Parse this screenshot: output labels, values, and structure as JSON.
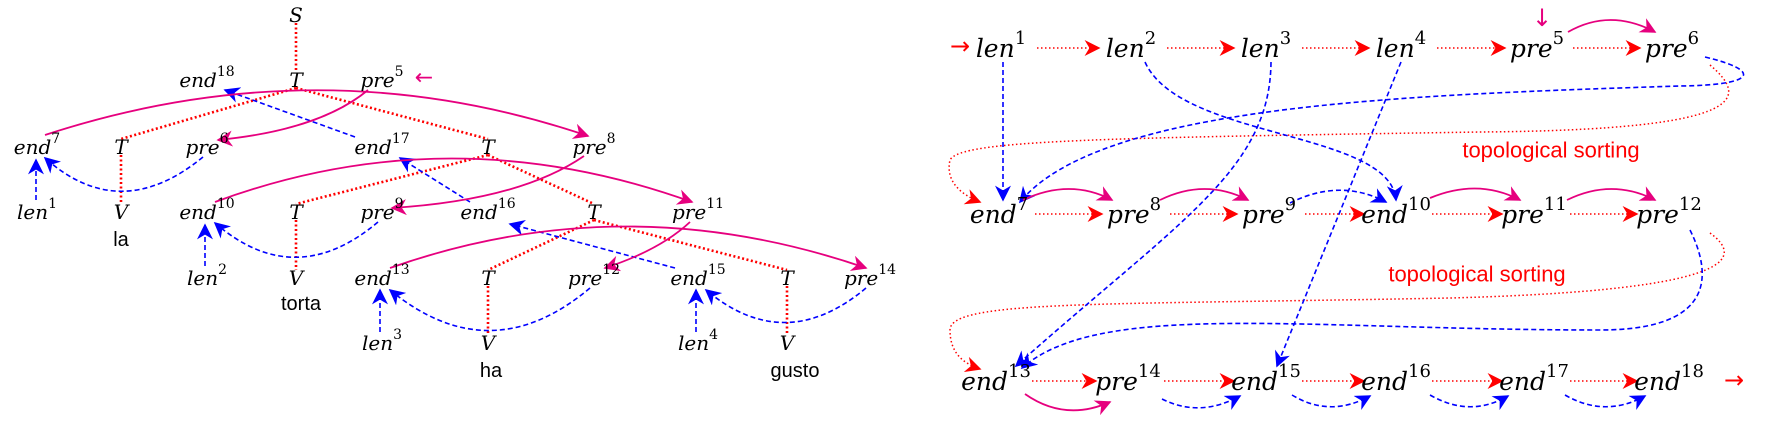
{
  "colors": {
    "red": "#ff0000",
    "blue": "#0000ff",
    "magenta": "#e6007e"
  },
  "left": {
    "nodes": {
      "S": {
        "base": "S",
        "sup": ""
      },
      "T0": {
        "base": "T",
        "sup": ""
      },
      "end18": {
        "base": "end",
        "sup": "18"
      },
      "pre5": {
        "base": "pre",
        "sup": "5"
      },
      "end7": {
        "base": "end",
        "sup": "7"
      },
      "T1": {
        "base": "T",
        "sup": ""
      },
      "pre6": {
        "base": "pre",
        "sup": "6"
      },
      "end17": {
        "base": "end",
        "sup": "17"
      },
      "T2": {
        "base": "T",
        "sup": ""
      },
      "pre8": {
        "base": "pre",
        "sup": "8"
      },
      "len1": {
        "base": "len",
        "sup": "1"
      },
      "V1": {
        "base": "V",
        "sup": ""
      },
      "end10": {
        "base": "end",
        "sup": "10"
      },
      "T3": {
        "base": "T",
        "sup": ""
      },
      "pre9": {
        "base": "pre",
        "sup": "9"
      },
      "end16": {
        "base": "end",
        "sup": "16"
      },
      "T4": {
        "base": "T",
        "sup": ""
      },
      "pre11": {
        "base": "pre",
        "sup": "11"
      },
      "len2": {
        "base": "len",
        "sup": "2"
      },
      "V2": {
        "base": "V",
        "sup": ""
      },
      "end13": {
        "base": "end",
        "sup": "13"
      },
      "T5": {
        "base": "T",
        "sup": ""
      },
      "pre12": {
        "base": "pre",
        "sup": "12"
      },
      "end15": {
        "base": "end",
        "sup": "15"
      },
      "T6": {
        "base": "T",
        "sup": ""
      },
      "pre14": {
        "base": "pre",
        "sup": "14"
      },
      "len3": {
        "base": "len",
        "sup": "3"
      },
      "V3": {
        "base": "V",
        "sup": ""
      },
      "len4": {
        "base": "len",
        "sup": "4"
      },
      "V4": {
        "base": "V",
        "sup": ""
      }
    },
    "words": {
      "la": "la",
      "torta": "torta",
      "ha": "ha",
      "gusto": "gusto"
    },
    "start_pointer": "←"
  },
  "right": {
    "nodes": {
      "len1": {
        "base": "len",
        "sup": "1"
      },
      "len2": {
        "base": "len",
        "sup": "2"
      },
      "len3": {
        "base": "len",
        "sup": "3"
      },
      "len4": {
        "base": "len",
        "sup": "4"
      },
      "pre5": {
        "base": "pre",
        "sup": "5"
      },
      "pre6": {
        "base": "pre",
        "sup": "6"
      },
      "end7": {
        "base": "end",
        "sup": "7"
      },
      "pre8": {
        "base": "pre",
        "sup": "8"
      },
      "pre9": {
        "base": "pre",
        "sup": "9"
      },
      "end10": {
        "base": "end",
        "sup": "10"
      },
      "pre11": {
        "base": "pre",
        "sup": "11"
      },
      "pre12": {
        "base": "pre",
        "sup": "12"
      },
      "end13": {
        "base": "end",
        "sup": "13"
      },
      "pre14": {
        "base": "pre",
        "sup": "14"
      },
      "end15": {
        "base": "end",
        "sup": "15"
      },
      "end16": {
        "base": "end",
        "sup": "16"
      },
      "end17": {
        "base": "end",
        "sup": "17"
      },
      "end18": {
        "base": "end",
        "sup": "18"
      }
    },
    "topological_labels": [
      "topological sorting",
      "topological sorting"
    ],
    "start_arrow": "→",
    "end_arrow": "→",
    "pre5_pointer": "↓"
  }
}
